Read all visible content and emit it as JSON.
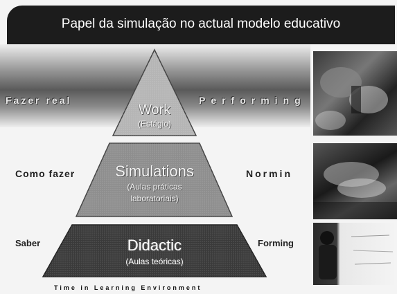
{
  "slide": {
    "title": "Papel da simulação no actual modelo educativo"
  },
  "tiers": {
    "top": {
      "title": "Work",
      "subtitle": "(Estágio)",
      "left_label": "Fazer real",
      "right_label": "Performing"
    },
    "middle": {
      "title": "Simulations",
      "subtitle_line1": "(Aulas práticas",
      "subtitle_line2": "laboratoriais)",
      "left_label": "Como fazer",
      "right_label": "Normin"
    },
    "bottom": {
      "title": "Didactic",
      "subtitle": "(Aulas teóricas)",
      "left_label": "Saber",
      "right_label": "Forming"
    }
  },
  "footer": {
    "text": "Time in Learning Environment"
  },
  "colors": {
    "title_bar": "#1c1c1c",
    "top_tier": "#b5b5b5",
    "middle_tier": "#8e8e8e",
    "bottom_tier": "#3a3a3a"
  },
  "photos": [
    {
      "id": "photo-procedure"
    },
    {
      "id": "photo-hands"
    },
    {
      "id": "photo-lecture"
    }
  ]
}
